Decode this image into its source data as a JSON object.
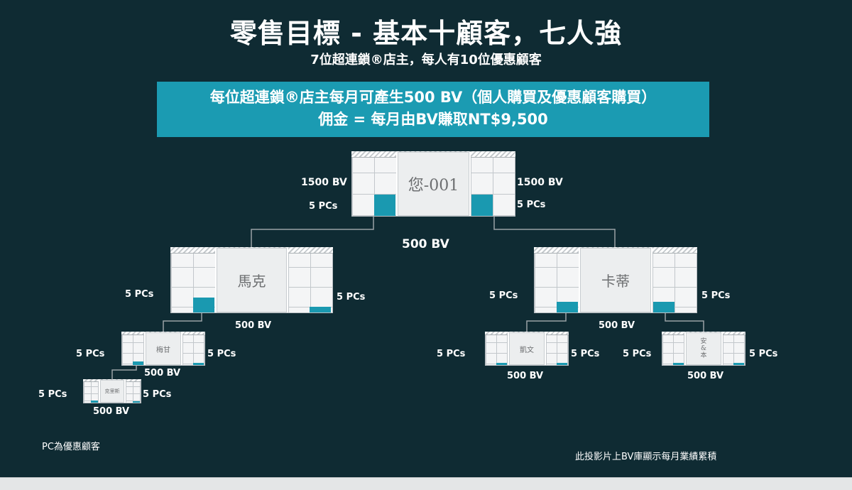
{
  "title": "零售目標 - 基本十顧客，七人強",
  "subtitle": "7位超連鎖®店主，每人有10位優惠顧客",
  "banner": {
    "line1": "每位超連鎖®店主每月可產生500 BV（個人購買及優惠顧客購買）",
    "line2": "佣金 = 每月由BV賺取NT$9,500"
  },
  "nodes": {
    "root": {
      "name": "您-001",
      "left_bv": "1500 BV",
      "right_bv": "1500 BV",
      "left_pcs": "5 PCs",
      "right_pcs": "5 PCs",
      "bv": "500 BV"
    },
    "mark": {
      "name": "馬克",
      "left_pcs": "5 PCs",
      "right_pcs": "5 PCs",
      "bv": "500 BV"
    },
    "katie": {
      "name": "卡蒂",
      "left_pcs": "5 PCs",
      "right_pcs": "5 PCs",
      "bv": "500 BV"
    },
    "meg": {
      "name": "梅甘",
      "left_pcs": "5 PCs",
      "right_pcs": "5 PCs",
      "bv": "500 BV"
    },
    "chris": {
      "name": "克里斯",
      "left_pcs": "5 PCs",
      "right_pcs": "5 PCs",
      "bv": "500 BV"
    },
    "kevin": {
      "name": "凱文",
      "left_pcs": "5 PCs",
      "right_pcs": "5 PCs",
      "bv": "500 BV"
    },
    "anben": {
      "name_line1": "安",
      "name_line2": "&",
      "name_line3": "本",
      "left_pcs": "5 PCs",
      "right_pcs": "5 PCs",
      "bv": "500 BV"
    }
  },
  "footnote_left": "PC為優惠顧客",
  "footnote_right": "此投影片上BV庫顯示每月業績累積",
  "colors": {
    "background": "#0f2b33",
    "accent": "#1b9bb2",
    "text": "#ffffff"
  }
}
